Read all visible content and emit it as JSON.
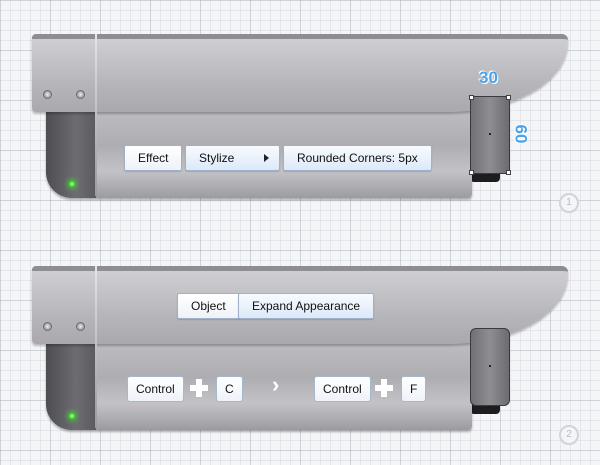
{
  "colors": {
    "dimension": "#4aa3e8",
    "led": "#2ec11d",
    "button_border": "#9fb0c8"
  },
  "step1": {
    "number": "1",
    "dimension_width": "30",
    "dimension_height": "60",
    "menu": {
      "effect": "Effect",
      "stylize": "Stylize",
      "rounded_corners": "Rounded Corners: 5px"
    }
  },
  "step2": {
    "number": "2",
    "menu": {
      "object": "Object",
      "expand_appearance": "Expand Appearance"
    },
    "shortcut1": {
      "modifier": "Control",
      "key": "C"
    },
    "shortcut2": {
      "modifier": "Control",
      "key": "F"
    }
  },
  "icons": {
    "plus": "plus-icon",
    "next": "chevron-right-icon",
    "submenu": "triangle-right-icon"
  }
}
